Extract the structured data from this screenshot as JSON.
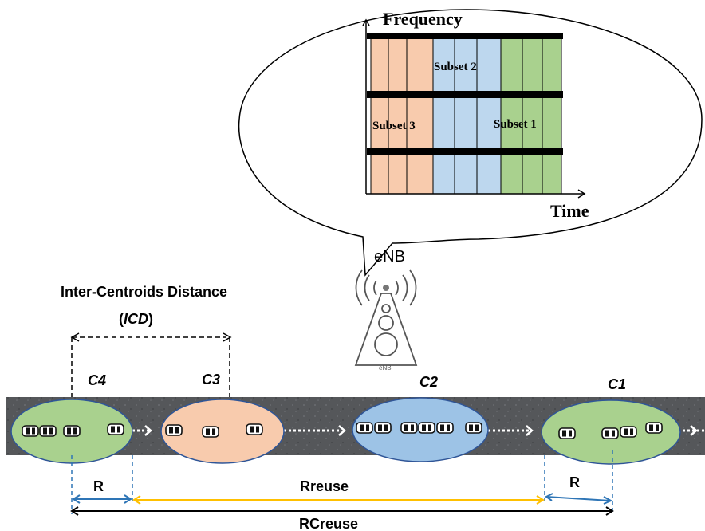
{
  "spectrum": {
    "freq_label": "Frequency",
    "time_label": "Time",
    "subsets": [
      {
        "label": "Subset 3",
        "color": "#f8cbad"
      },
      {
        "label": "Subset 2",
        "color": "#bdd7ee"
      },
      {
        "label": "Subset 1",
        "color": "#a9d18e"
      }
    ]
  },
  "tower": {
    "label": "eNB",
    "icon_caption": "eNB"
  },
  "icd": {
    "title": "Inter-Centroids Distance",
    "abbr_open": "(",
    "abbr": "ICD",
    "abbr_close": ")"
  },
  "clusters": [
    {
      "label": "C4",
      "color": "#a9d18e"
    },
    {
      "label": "C3",
      "color": "#f8cbad"
    },
    {
      "label": "C2",
      "color": "#9dc3e6"
    },
    {
      "label": "C1",
      "color": "#a9d18e"
    }
  ],
  "distances": {
    "r_left": "R",
    "rreuse": "Rreuse",
    "r_right": "R",
    "rcreuse": "RCreuse"
  },
  "colors": {
    "road": "#55575a",
    "r_arrow": "#2e75b6",
    "rreuse_arrow": "#ffc000",
    "rcreuse_arrow": "#000000",
    "dashed_marker": "#2e75b6"
  }
}
